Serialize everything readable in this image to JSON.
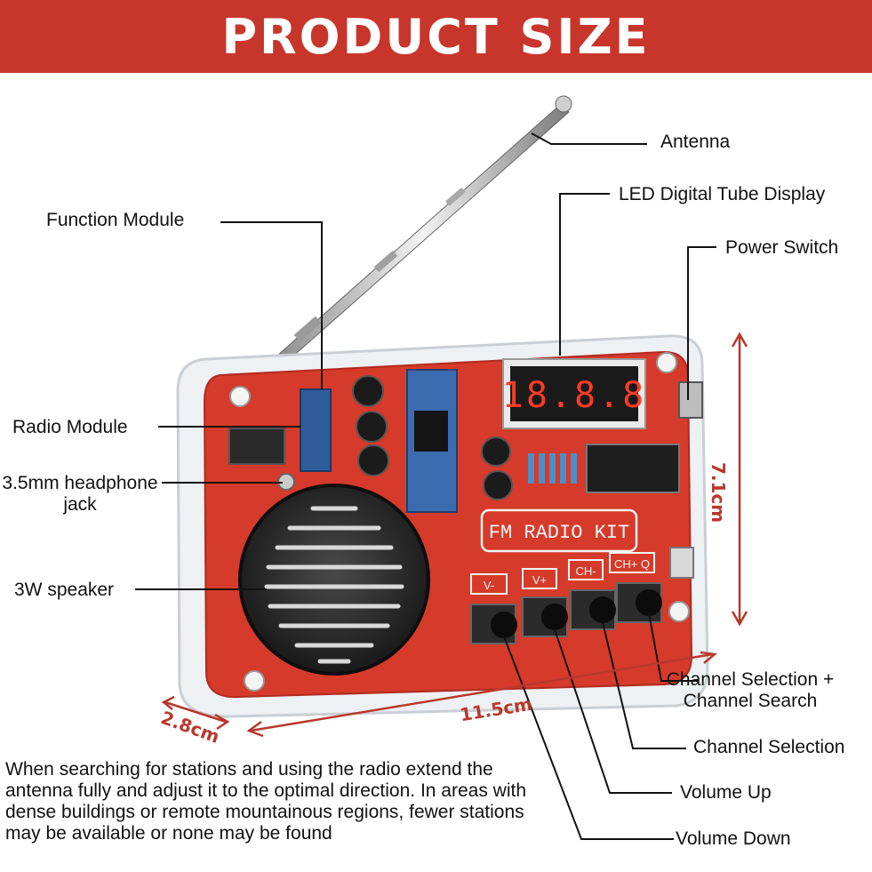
{
  "banner": {
    "title": "PRODUCT SIZE"
  },
  "device": {
    "display_digits": "18.8.8",
    "panel_text": "FM RADIO KIT",
    "button_labels": [
      "V-",
      "V+",
      "CH-",
      "CH+ Q"
    ]
  },
  "labels": {
    "antenna": "Antenna",
    "led_display": "LED Digital Tube Display",
    "power_switch": "Power Switch",
    "function_module": "Function Module",
    "radio_module": "Radio Module",
    "headphone_jack": "3.5mm headphone jack",
    "speaker": "3W speaker",
    "channel_search": "Channel Selection + Channel Search",
    "channel_selection": "Channel Selection",
    "volume_up": "Volume Up",
    "volume_down": "Volume Down"
  },
  "dimensions": {
    "height": "7.1cm",
    "width": "11.5cm",
    "depth": "2.8cm"
  },
  "note": "When searching for stations and using the radio extend the antenna fully and adjust it to the optimal direction. In areas with dense buildings or remote mountainous regions, fewer stations may be available or none may be found",
  "colors": {
    "banner": "#c8362b",
    "board": "#d63a2a",
    "dimension": "#b8382c"
  }
}
